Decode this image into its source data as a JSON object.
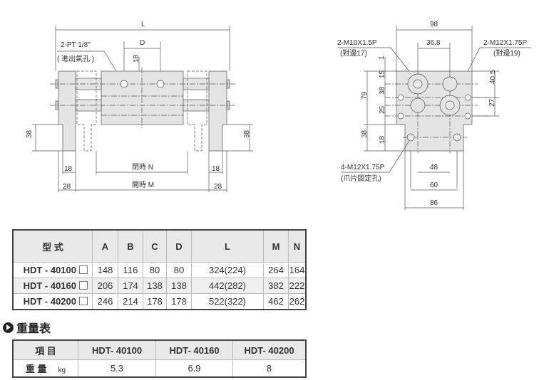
{
  "front_view": {
    "dim_L": "L",
    "dim_D": "D",
    "dim_18_top": "18",
    "port_label": "2-PT 1/8\"",
    "port_note": "( 進出氣孔 )",
    "dim_38_left": "38",
    "dim_38_right": "38",
    "dim_18_left": "18",
    "dim_18_right": "18",
    "dim_28_left": "28",
    "dim_28_right": "28",
    "closed_N": "閉時 N",
    "open_M": "開時 M"
  },
  "side_view": {
    "dim_98": "98",
    "dim_36_8": "36.8",
    "callout_left": "2-M10X1.5P",
    "callout_left_note": "(對邊17)",
    "callout_right": "2-M12X1.75P",
    "callout_right_note": "(對邊19)",
    "dim_1": "1",
    "dim_15": "15",
    "dim_79": "79",
    "dim_38a": "38",
    "dim_25": "25",
    "dim_38b": "38",
    "dim_18": "18",
    "dim_40_5": "40.5",
    "dim_27": "27",
    "callout_bottom": "4-M12X1.75P",
    "callout_bottom_note": "(爪片固定孔)",
    "dim_48": "48",
    "dim_60": "60",
    "dim_86": "86"
  },
  "spec_table": {
    "headers": [
      "型 式",
      "A",
      "B",
      "C",
      "D",
      "L",
      "M",
      "N"
    ],
    "rows": [
      [
        "HDT - 40100",
        "148",
        "116",
        "80",
        "80",
        "324(224)",
        "264",
        "164"
      ],
      [
        "HDT - 40160",
        "206",
        "174",
        "138",
        "138",
        "442(282)",
        "382",
        "222"
      ],
      [
        "HDT - 40200",
        "246",
        "214",
        "178",
        "178",
        "522(322)",
        "462",
        "262"
      ]
    ]
  },
  "weight_section": {
    "title": "重量表",
    "headers": [
      "項 目",
      "HDT- 40100",
      "HDT- 40160",
      "HDT- 40200"
    ],
    "row_label": "重 量",
    "unit": "kg",
    "values": [
      "5.3",
      "6.9",
      "8"
    ]
  }
}
